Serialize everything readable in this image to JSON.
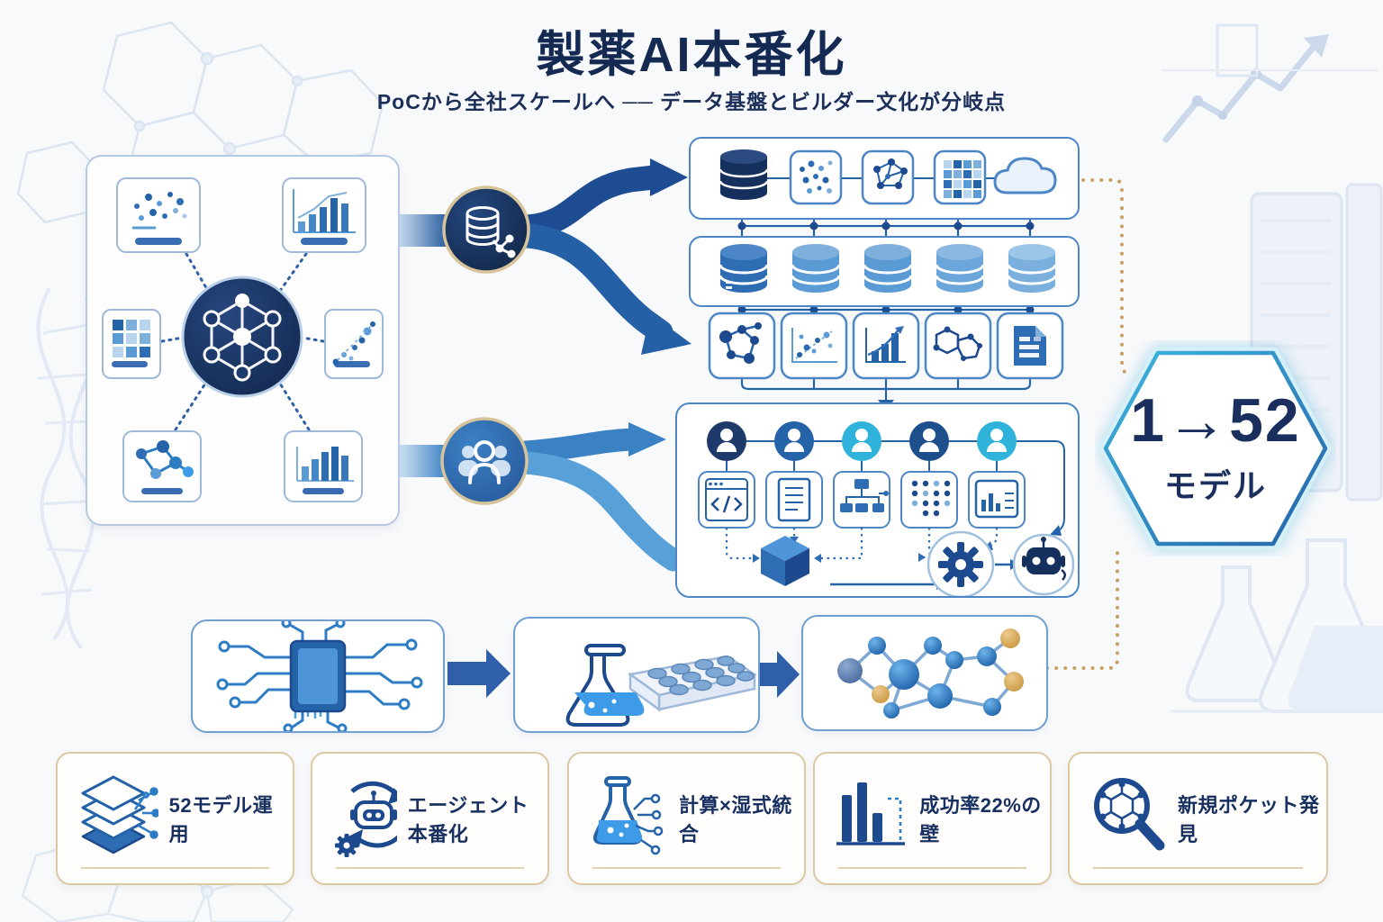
{
  "header": {
    "title": "製薬AI本番化",
    "subtitle": "PoCから全社スケールへ ── データ基盤とビルダー文化が分岐点"
  },
  "left_panel": {
    "center_icon": "network-hub-icon",
    "satellite_icons": [
      "scatter-chart-icon",
      "growth-bar-chart-icon",
      "heatmap-grid-icon",
      "scatter-trend-icon",
      "molecule-icon",
      "bar-chart-icon"
    ]
  },
  "badges": {
    "data_badge_icon": "database-network-icon",
    "team_badge_icon": "team-icon"
  },
  "pipeline": {
    "sources_row_icons": [
      "database-icon",
      "scatter-icon",
      "graph-network-icon",
      "heatmap-icon",
      "cloud-icon"
    ],
    "storage_row_icons": [
      "database-cylinder-icon",
      "database-cylinder-icon",
      "database-cylinder-icon",
      "database-cylinder-icon",
      "database-cylinder-icon"
    ],
    "analytics_row_icons": [
      "network-icon",
      "scatter-plot-icon",
      "growth-chart-icon",
      "molecule-rings-icon",
      "report-table-icon"
    ]
  },
  "builders": {
    "avatar_count": 5,
    "tool_icons": [
      "code-window-icon",
      "document-icon",
      "flowchart-icon",
      "dot-grid-icon",
      "dashboard-icon"
    ],
    "output_icons": [
      "cube-icon",
      "gear-icon",
      "robot-icon"
    ]
  },
  "hexagon": {
    "value": "1→52",
    "unit": "モデル"
  },
  "bottom_flow": {
    "step_icons": [
      "chip-circuit-icon",
      "flask-wellplate-icon",
      "molecule-3d-icon"
    ]
  },
  "bottom_cards": [
    {
      "icon": "layers-circuit-icon",
      "label": "52モデル運用"
    },
    {
      "icon": "robot-cycle-icon",
      "label": "エージェント本番化"
    },
    {
      "icon": "flask-circuit-icon",
      "label": "計算×湿式統合"
    },
    {
      "icon": "bar-chart-wall-icon",
      "label": "成功率22%の壁"
    },
    {
      "icon": "magnifier-molecule-icon",
      "label": "新規ポケット発見"
    }
  ],
  "colors": {
    "navy": "#16305e",
    "blue": "#2563a8",
    "light_blue": "#5b9bd5",
    "cyan": "#2fb3da",
    "gold": "#c9a063",
    "card_border": "#dcc9a4",
    "bg": "#f8f9fb"
  }
}
